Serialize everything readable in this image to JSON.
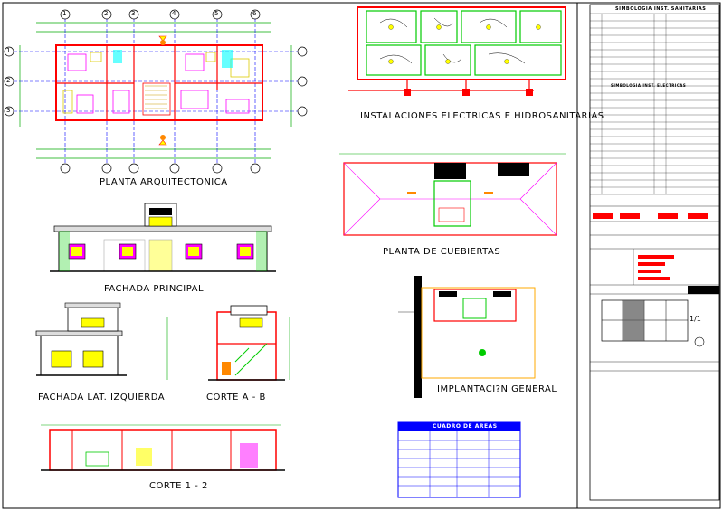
{
  "titles": {
    "planta_arquitectonica": "PLANTA ARQUITECTONICA",
    "fachada_principal": "FACHADA PRINCIPAL",
    "fachada_lateral": "FACHADA LAT. IZQUIERDA",
    "corte_ab": "CORTE   A  -  B",
    "corte_12": "CORTE  1  -  2",
    "instalaciones": "INSTALACIONES ELECTRICAS E HIDROSANITARIAS",
    "planta_cubiertas": "PLANTA DE CUEBIERTAS",
    "implantacion": "IMPLANTACI?N  GENERAL"
  },
  "grid_axes": {
    "columns": [
      "1",
      "2",
      "3",
      "4",
      "5",
      "6"
    ],
    "rows": [
      "1",
      "2",
      "3"
    ]
  },
  "legend": {
    "title": "SIMBOLOGIA INST. SANITARIAS",
    "subtitle": "SIMBOLOGIA INST. ELECTRICAS"
  },
  "cuadro_areas": {
    "title": "CUADRO DE AREAS"
  },
  "colors": {
    "wall": "#ff0000",
    "dim": "#00ff00",
    "axis": "#0000ff",
    "furniture": "#ff00ff",
    "yellow": "#ffff00",
    "cyan": "#00ffff",
    "orange": "#ff8000",
    "dark": "#000000"
  }
}
